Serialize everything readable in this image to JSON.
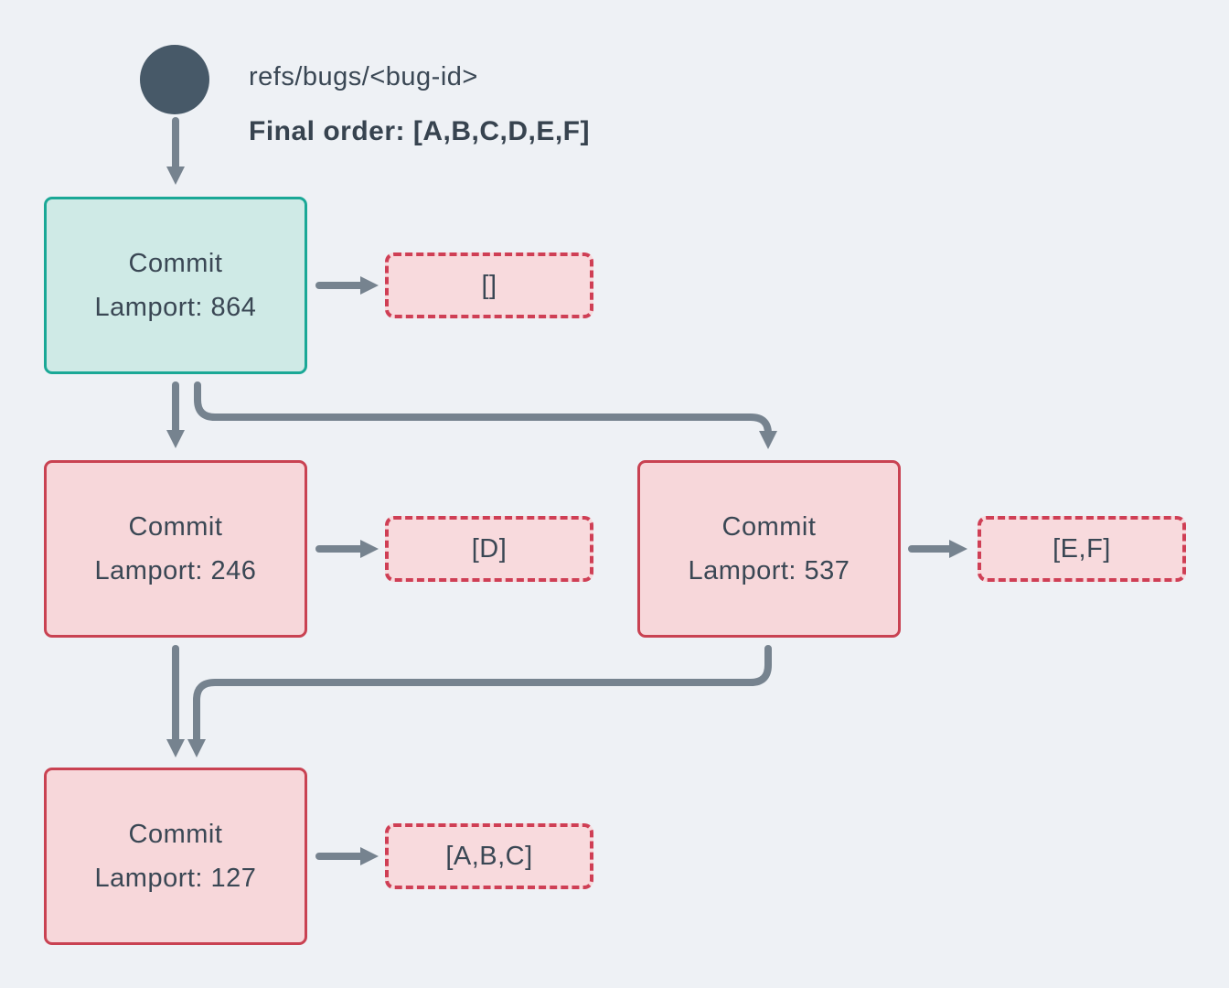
{
  "colors": {
    "background": "#eef1f5",
    "ref_circle": "#475968",
    "text": "#3a4754",
    "arrow": "#76838f",
    "head_node_border": "#1aa896",
    "head_node_fill": "#cfeae6",
    "commit_node_border": "#c94252",
    "commit_node_fill": "#f7d7da",
    "result_border": "#cf3f55",
    "result_fill": "#f8dadd"
  },
  "header": {
    "ref_label": "refs/bugs/<bug-id>",
    "final_order_label": "Final order: [A,B,C,D,E,F]"
  },
  "nodes": [
    {
      "id": "commit-864",
      "title": "Commit",
      "subtitle": "Lamport: 864",
      "kind": "head"
    },
    {
      "id": "commit-246",
      "title": "Commit",
      "subtitle": "Lamport: 246",
      "kind": "commit"
    },
    {
      "id": "commit-537",
      "title": "Commit",
      "subtitle": "Lamport: 537",
      "kind": "commit"
    },
    {
      "id": "commit-127",
      "title": "Commit",
      "subtitle": "Lamport: 127",
      "kind": "commit"
    }
  ],
  "results": [
    {
      "for": "commit-864",
      "label": "[]"
    },
    {
      "for": "commit-246",
      "label": "[D]"
    },
    {
      "for": "commit-537",
      "label": "[E,F]"
    },
    {
      "for": "commit-127",
      "label": "[A,B,C]"
    }
  ],
  "edges": [
    {
      "from": "ref-head",
      "to": "commit-864"
    },
    {
      "from": "commit-864",
      "to": "result-empty"
    },
    {
      "from": "commit-864",
      "to": "commit-246"
    },
    {
      "from": "commit-864",
      "to": "commit-537"
    },
    {
      "from": "commit-246",
      "to": "result-d"
    },
    {
      "from": "commit-537",
      "to": "result-ef"
    },
    {
      "from": "commit-246",
      "to": "commit-127"
    },
    {
      "from": "commit-537",
      "to": "commit-127"
    },
    {
      "from": "commit-127",
      "to": "result-abc"
    }
  ]
}
